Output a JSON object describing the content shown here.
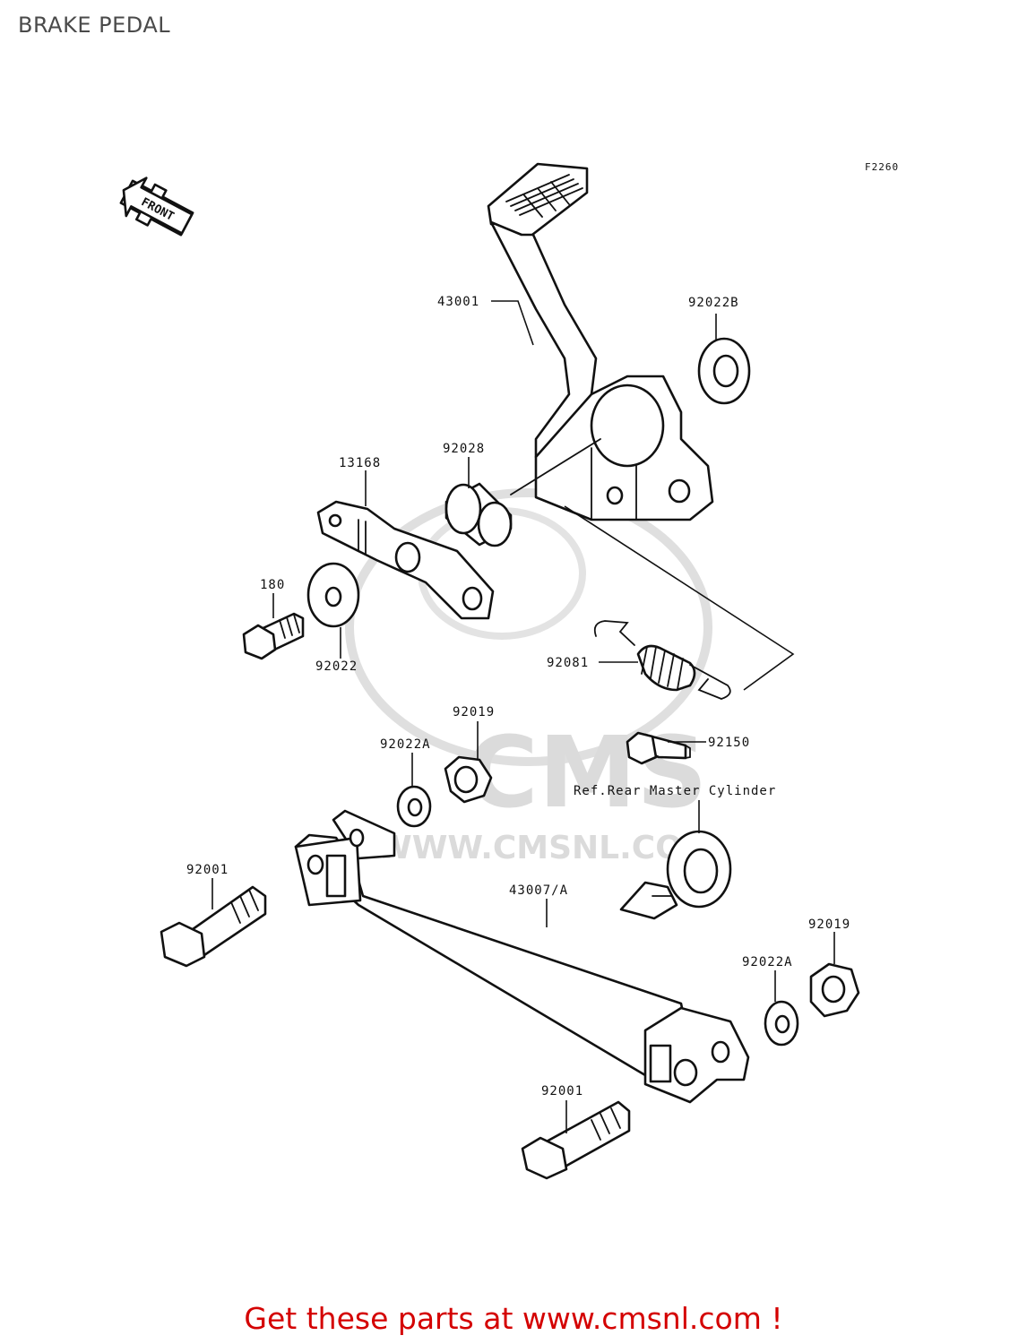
{
  "header": {
    "title": "BRAKE PEDAL"
  },
  "diagram": {
    "figure_code": "F2260",
    "orientation_marker": "FRONT",
    "watermark": {
      "logo": "CMS",
      "url": "WWW.CMSNL.COM"
    },
    "callouts": {
      "brake_pedal": "43001",
      "washer_top": "92022B",
      "collar": "92028",
      "plate": "13168",
      "bolt_small": "180",
      "washer_plate": "92022",
      "spring": "92081",
      "nut_upper": "92019",
      "washer_upper": "92022A",
      "pin": "92150",
      "ref_master_cylinder": "Ref.Rear Master Cylinder",
      "bolt_left": "92001",
      "rod": "43007/A",
      "nut_lower": "92019",
      "washer_lower": "92022A",
      "bolt_bottom": "92001"
    }
  },
  "footer": {
    "link_text": "Get these parts at www.cmsnl.com !"
  }
}
